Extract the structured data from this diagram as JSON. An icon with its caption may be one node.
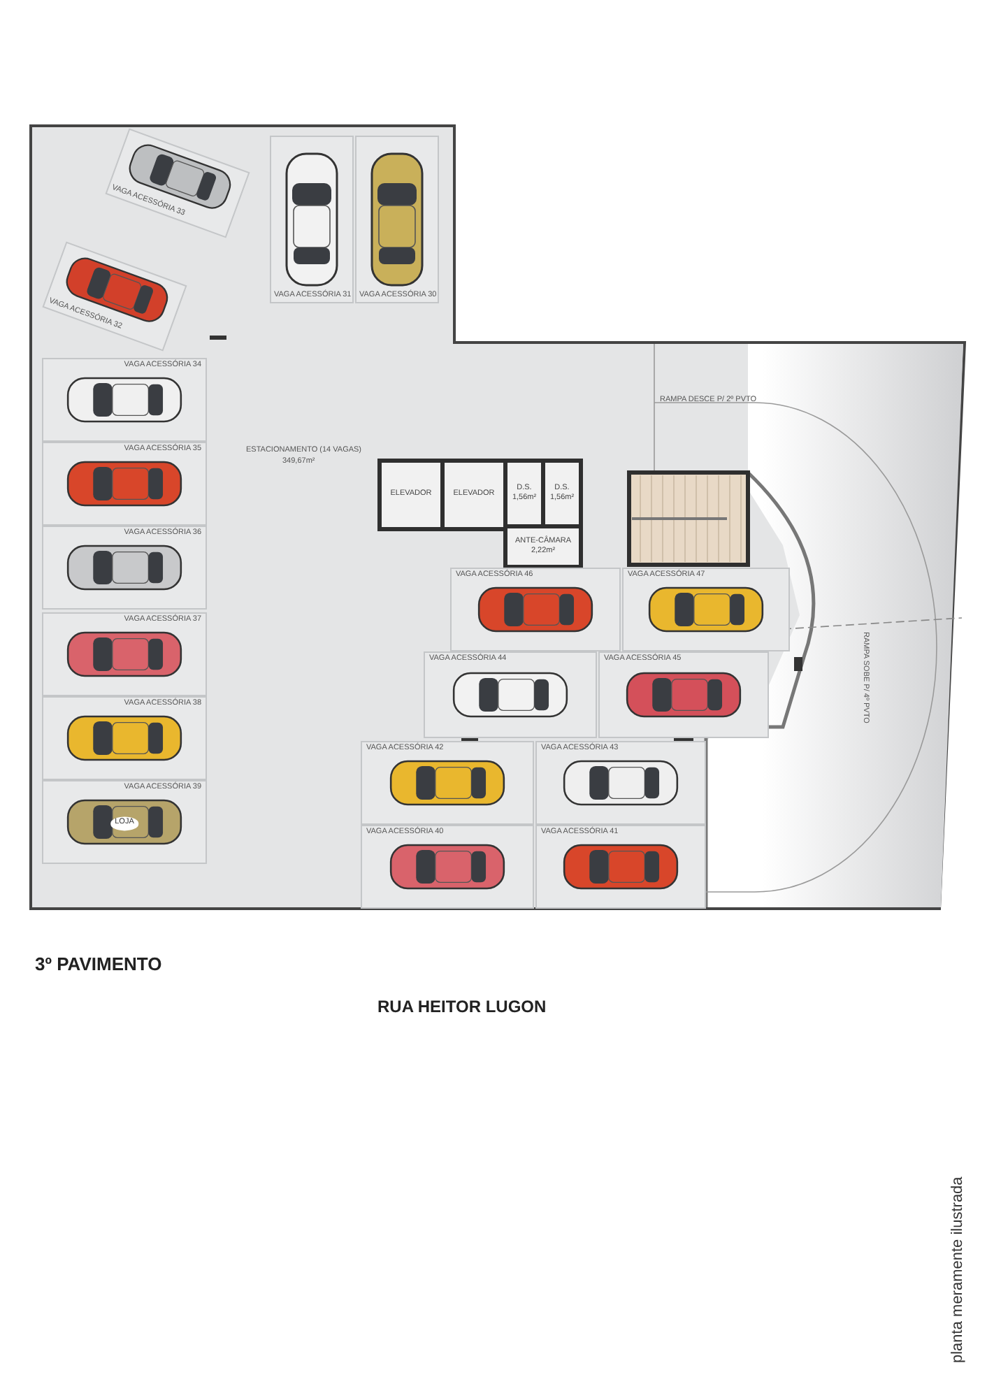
{
  "diagram": {
    "title": "3º PAVIMENTO",
    "nodes": [
      {
        "text": [
          "VAGA ACESSÓRIA 33"
        ]
      },
      {
        "text": [
          "VAGA ACESSÓRIA 32"
        ]
      },
      {
        "text": [
          "VAGA ACESSÓRIA 31"
        ]
      },
      {
        "text": [
          "VAGA ACESSÓRIA 30"
        ]
      },
      {
        "text": [
          "VAGA ACESSÓRIA 34"
        ]
      },
      {
        "text": [
          "VAGA ACESSÓRIA 35"
        ]
      },
      {
        "text": [
          "VAGA ACESSÓRIA 36"
        ]
      },
      {
        "text": [
          "VAGA ACESSÓRIA 37"
        ]
      },
      {
        "text": [
          "VAGA ACESSÓRIA 38"
        ]
      },
      {
        "text": [
          "VAGA ACESSÓRIA 39",
          "LOJA"
        ]
      },
      {
        "text": [
          "ELEVADOR"
        ]
      },
      {
        "text": [
          "ELEVADOR"
        ]
      },
      {
        "text": [
          "D.S. 1,56m²"
        ]
      },
      {
        "text": [
          "D.S. 1,56m²"
        ]
      },
      {
        "text": [
          "ANTE-CÂMARA 2,22m²"
        ]
      },
      {
        "text": [
          "VAGA ACESSÓRIA 46"
        ]
      },
      {
        "text": [
          "VAGA ACESSÓRIA 47"
        ]
      },
      {
        "text": [
          "VAGA ACESSÓRIA 44"
        ]
      },
      {
        "text": [
          "VAGA ACESSÓRIA 45"
        ]
      },
      {
        "text": [
          "VAGA ACESSÓRIA 42"
        ]
      },
      {
        "text": [
          "VAGA ACESSÓRIA 43"
        ]
      },
      {
        "text": [
          "VAGA ACESSÓRIA 40"
        ]
      },
      {
        "text": [
          "VAGA ACESSÓRIA 41"
        ]
      }
    ],
    "labels": [
      "ESTACIONAMENTO (14 VAGAS)",
      "349,67m²",
      "RAMPA DESCE P/ 2º PVTO",
      "RAMPA SOBE P/ 4º PVTO",
      "RUA HEITOR LUGON",
      "planta meramente ilustrada"
    ]
  }
}
